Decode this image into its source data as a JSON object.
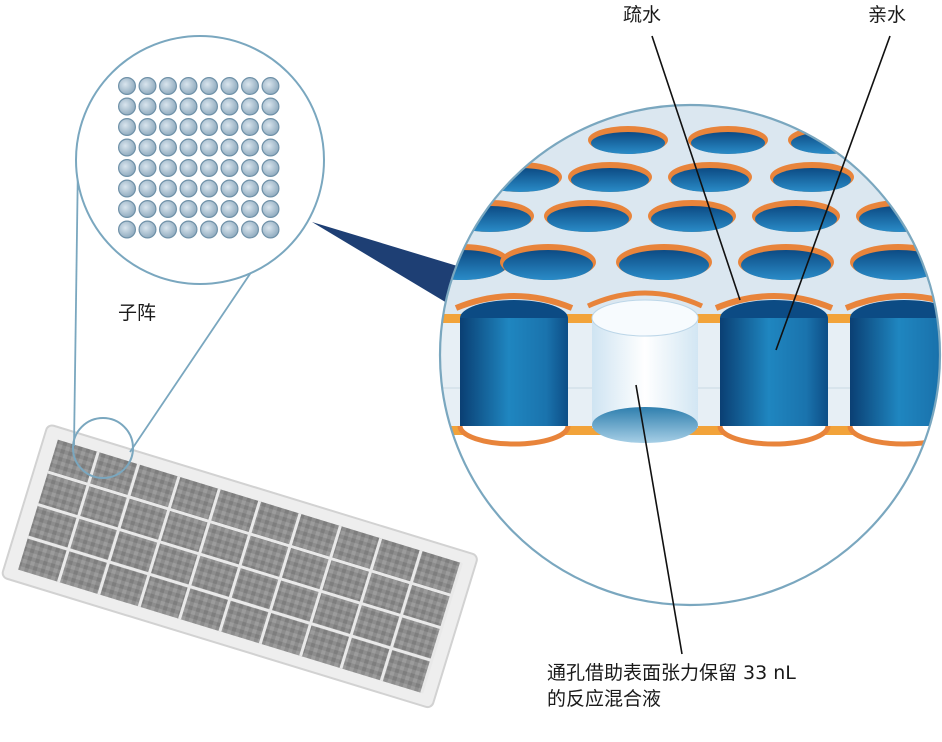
{
  "labels": {
    "subarray": "子阵",
    "hydrophobic": "疏水",
    "hydrophilic": "亲水",
    "caption_line1": "通孔借助表面张力保留 33 nL",
    "caption_line2": "的反应混合液"
  },
  "colors": {
    "ring": "#7aa7bf",
    "hole_blue": "#1f78b0",
    "hole_dark": "#0c4f87",
    "gold": "#f2a33a",
    "orange_rim": "#e8843b",
    "plate": "#dce8f1",
    "pointer": "#1e3f74",
    "well_fill": "#a8bfcf"
  }
}
